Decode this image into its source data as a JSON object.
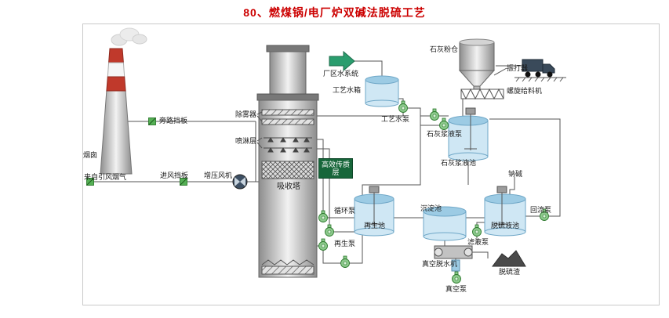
{
  "page": {
    "title": "80、燃煤锅/电厂炉双碱法脱硫工艺"
  },
  "diagram": {
    "labels": {
      "chimney": "烟囱",
      "bypass_damper": "旁路挡板",
      "flue_gas_source": "来自引风烟气",
      "inlet_damper": "进风挡板",
      "booster_fan": "增压风机",
      "demister": "除雾器",
      "spray_layer": "喷淋层",
      "mass_transfer": "高效传质层",
      "absorption_tower": "吸收塔",
      "plant_water_system": "厂区水系统",
      "process_water_tank": "工艺水箱",
      "process_water_pump": "工艺水泵",
      "lime_powder_silo": "石灰粉仓",
      "vibrator": "振打器",
      "screw_feeder": "螺旋给料机",
      "lime_slurry_pump": "石灰浆液泵",
      "lime_slurry_pool": "石灰浆液池",
      "sodium_alkali": "钠碱",
      "circulation_pump": "循环泵",
      "regeneration_pool": "再生池",
      "regeneration_pump": "再生泵",
      "sedimentation_pool": "沉淀池",
      "reflux_pump": "回流泵",
      "desulfurization_pool": "脱硫液池",
      "filtrate_pump": "滤液泵",
      "vacuum_dewaterer": "真空脱水机",
      "vacuum_pump": "真空泵",
      "desulfurization_slag": "脱硫渣"
    },
    "colors": {
      "title_red": "#cc0000",
      "badge_green": "#17663a",
      "pump_green": "#8cc98c",
      "tank_blue": "#cfe7f4",
      "arrow_green": "#2a9d6e",
      "pipe_gray": "#555555"
    }
  }
}
